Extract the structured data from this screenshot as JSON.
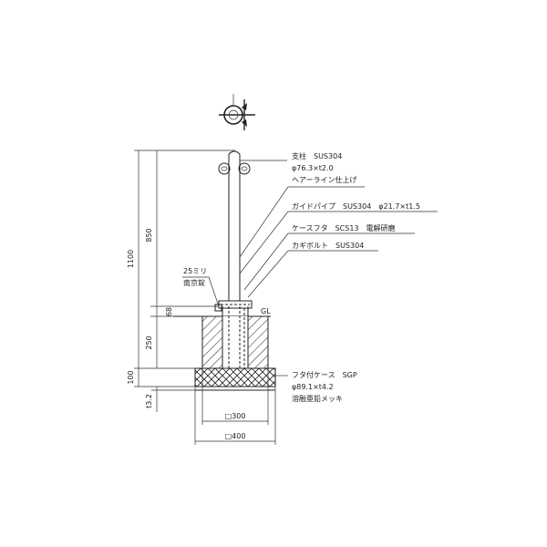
{
  "labels": {
    "post": "支柱　SUS304",
    "post_dia": "φ76.3×t2.0",
    "post_finish": "ヘアーライン仕上げ",
    "guide_pipe": "ガイドパイプ　SUS304　φ21.7×t1.5",
    "case_lid": "ケースフタ　SCS13　電解研磨",
    "key_bolt": "カギボルト　SUS304",
    "lock_size": "25ミリ",
    "lock": "南京錠",
    "gl": "GL",
    "lid_case": "フタ付ケース　SGP",
    "lid_case_dia": "φ89.1×t4.2",
    "lid_case_finish": "溶融亜鉛メッキ"
  },
  "dims": {
    "total": "1100",
    "above": "850",
    "d68": "68",
    "d250": "250",
    "d100": "100",
    "t32": "t3.2",
    "w300": "□300",
    "w400": "□400"
  }
}
